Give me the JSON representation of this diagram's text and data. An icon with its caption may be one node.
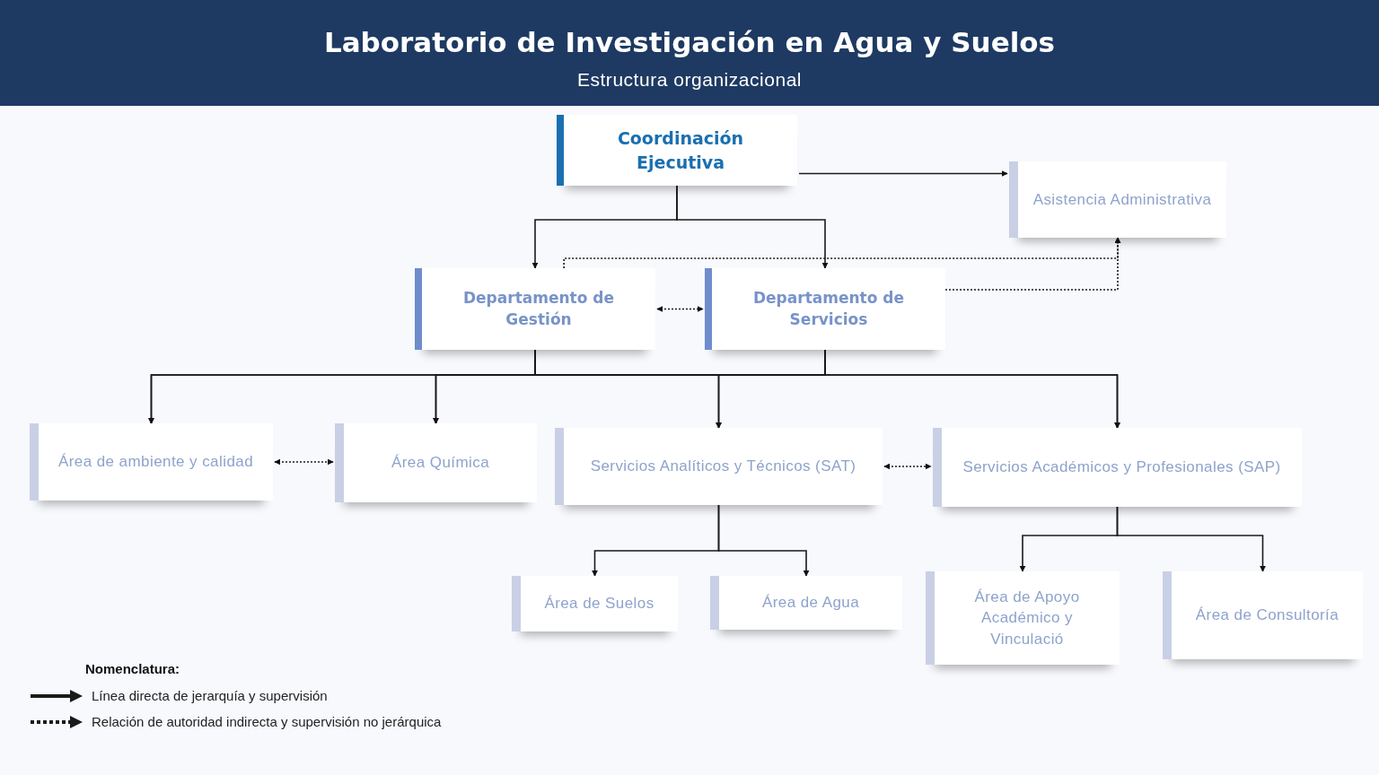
{
  "diagram": {
    "title": "Laboratorio de Investigación en Agua y Suelos",
    "nodes": [
      {
        "text": [
          "Coordinación Ejecutiva"
        ]
      },
      {
        "text": [
          "Asistencia Administrativa"
        ]
      },
      {
        "text": [
          "Departamento de Gestión"
        ]
      },
      {
        "text": [
          "Departamento de Servicios"
        ]
      },
      {
        "text": [
          "Área de ambiente y calidad"
        ]
      },
      {
        "text": [
          "Área Química"
        ]
      },
      {
        "text": [
          "Servicios Analíticos y Técnicos (SAT)"
        ]
      },
      {
        "text": [
          "Servicios Académicos y Profesionales (SAP)"
        ]
      },
      {
        "text": [
          "Área de Suelos"
        ]
      },
      {
        "text": [
          "Área de Agua"
        ]
      },
      {
        "text": [
          "Área de Apoyo Académico y Vinculació"
        ]
      },
      {
        "text": [
          "Área de Consultoría"
        ]
      }
    ],
    "edges": [
      {
        "from": 0,
        "to": 2,
        "arrow": "to"
      },
      {
        "from": 0,
        "to": 3,
        "arrow": "to"
      },
      {
        "from": 0,
        "to": 1,
        "arrow": "to"
      },
      {
        "from": 2,
        "to": 3,
        "arrow": "both",
        "style": "dashed"
      },
      {
        "from": 2,
        "to": 1,
        "arrow": "to",
        "style": "dashed"
      },
      {
        "from": 3,
        "to": 1,
        "arrow": "to",
        "style": "dashed"
      },
      {
        "from": 2,
        "to": 4,
        "arrow": "to"
      },
      {
        "from": 2,
        "to": 5,
        "arrow": "to"
      },
      {
        "from": 2,
        "to": 6,
        "arrow": "to"
      },
      {
        "from": 2,
        "to": 7,
        "arrow": "to"
      },
      {
        "from": 3,
        "to": 4,
        "arrow": "to"
      },
      {
        "from": 3,
        "to": 5,
        "arrow": "to"
      },
      {
        "from": 3,
        "to": 6,
        "arrow": "to"
      },
      {
        "from": 3,
        "to": 7,
        "arrow": "to"
      },
      {
        "from": 4,
        "to": 5,
        "arrow": "both",
        "style": "dashed"
      },
      {
        "from": 6,
        "to": 7,
        "arrow": "both",
        "style": "dashed"
      },
      {
        "from": 6,
        "to": 8,
        "arrow": "to"
      },
      {
        "from": 6,
        "to": 9,
        "arrow": "to"
      },
      {
        "from": 7,
        "to": 10,
        "arrow": "to"
      },
      {
        "from": 7,
        "to": 11,
        "arrow": "to"
      }
    ],
    "labels": [
      "Estructura organizacional",
      "Nomenclatura:"
    ],
    "legend": [
      {
        "text": "Línea directa de jerarquía y supervisión"
      },
      {
        "text": "Relación de autoridad indirecta y supervisión no jerárquica"
      }
    ]
  }
}
